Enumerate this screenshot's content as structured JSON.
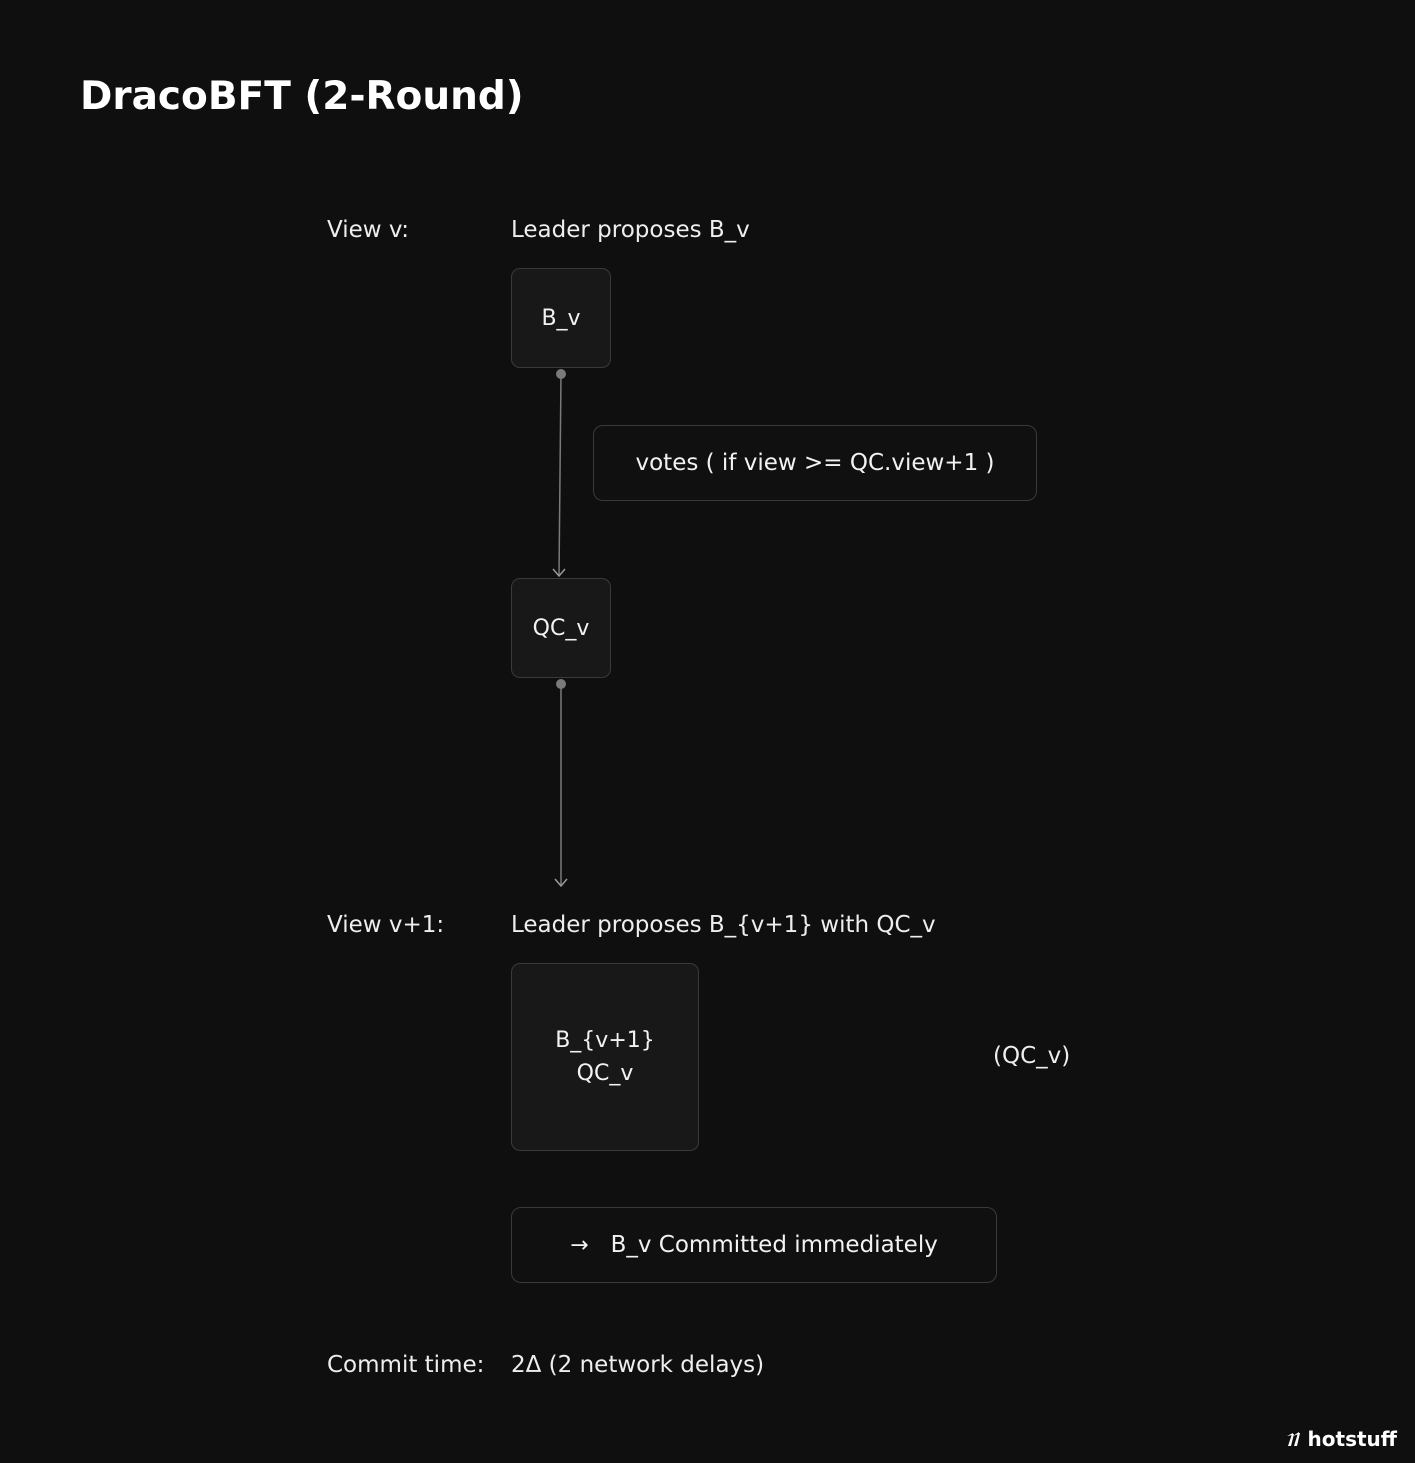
{
  "title": "DracoBFT (2-Round)",
  "views": [
    {
      "label": "View v:",
      "description": "Leader proposes B_v"
    },
    {
      "label": "View v+1:",
      "description": "Leader proposes B_{v+1} with QC_v"
    }
  ],
  "nodes": {
    "block_v": "B_v",
    "qc_v": "QC_v",
    "block_v1_line1": "B_{v+1}",
    "block_v1_line2": "QC_v"
  },
  "votes_note": "votes ( if view >= QC.view+1 )",
  "qc_side_label": "(QC_v)",
  "commit_note": {
    "arrow": "→",
    "text": "B_v Committed immediately"
  },
  "commit_time": {
    "label": "Commit time:",
    "value": "2Δ (2 network delays)"
  },
  "brand": {
    "name": "hotstuff"
  },
  "colors": {
    "background": "#0f0f0f",
    "node_fill": "#181818",
    "node_border": "#3a3a3a",
    "connector": "#7a7a7a",
    "text": "#f2f2f2"
  }
}
